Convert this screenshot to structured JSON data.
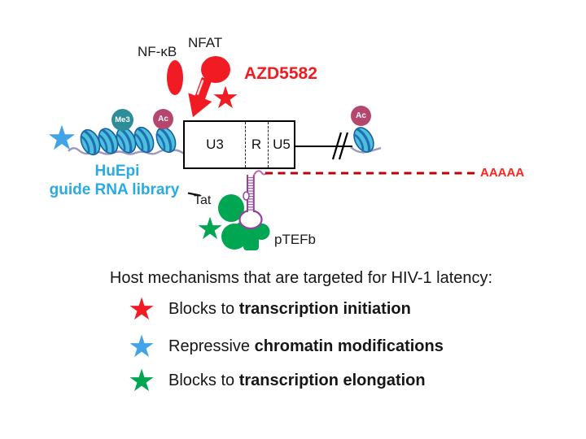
{
  "diagram": {
    "transcription_factors": {
      "nfkb": "NF-κB",
      "nfat": "NFAT"
    },
    "drug": "AZD5582",
    "ltr": {
      "u3": "U3",
      "r": "R",
      "u5": "U5"
    },
    "histone_marks": {
      "me3": "Me3",
      "ac": "Ac"
    },
    "library_label": {
      "line1": "HuEpi",
      "line2": "guide RNA library"
    },
    "tat": "Tat",
    "ptefb": "pTEFb",
    "polya": "AAAAA",
    "colors": {
      "red": "#F11C23",
      "dark_red_dash": "#C00000",
      "polya_red": "#FF241C",
      "star_blue": "#42A4E8",
      "cyan_text": "#29ABE2",
      "me3_teal": "#2F8D99",
      "ac_rose": "#B5476F",
      "green": "#00A651",
      "nucleosome_blue": "#4FC0DB",
      "nucleosome_stripe": "#1F6FB5",
      "dna_purple": "#9B97C0",
      "hairpin_purple": "#93419B"
    }
  },
  "icons": {
    "star": "★"
  },
  "legend": {
    "title": "Host mechanisms that are targeted for HIV-1 latency:",
    "items": [
      {
        "star_color": "#F11C23",
        "prefix": "Blocks to ",
        "bold": "transcription initiation"
      },
      {
        "star_color": "#42A4E8",
        "prefix": "Repressive ",
        "bold": "chromatin modifications"
      },
      {
        "star_color": "#00A651",
        "prefix": "Blocks to ",
        "bold": "transcription elongation"
      }
    ]
  }
}
